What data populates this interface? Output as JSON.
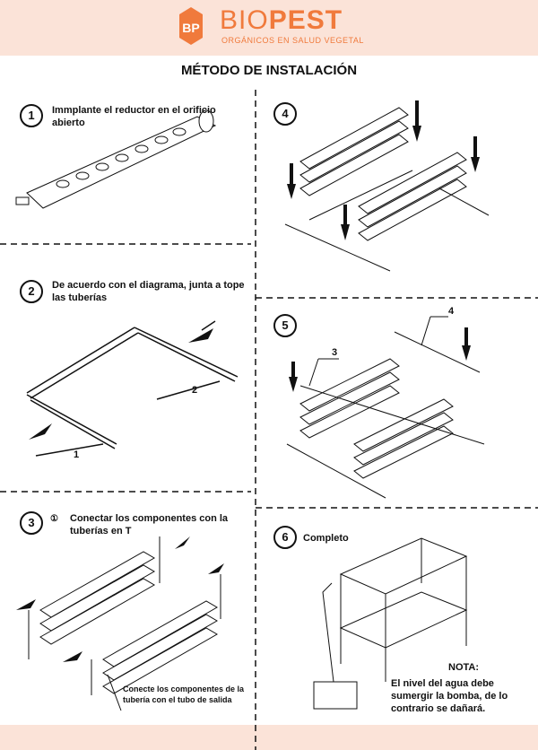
{
  "brand": {
    "monogram": "BP",
    "name_light": "BIO",
    "name_bold": "PEST",
    "tagline": "ORGÁNICOS EN SALUD VEGETAL",
    "color": "#f07a3c"
  },
  "title": "MÉTODO DE INSTALACIÓN",
  "steps": [
    {
      "num": "1",
      "text": "Immplante el reductor en el orificio abierto"
    },
    {
      "num": "2",
      "text": "De acuerdo con el diagrama, junta a tope las tuberías",
      "labels": [
        "1",
        "2"
      ]
    },
    {
      "num": "3",
      "sub": "①",
      "text": "Conectar los componentes con la tuberías en T",
      "caption": "Conecte los componentes de la tubería con el tubo de salida"
    },
    {
      "num": "4",
      "text": ""
    },
    {
      "num": "5",
      "text": "",
      "labels": [
        "3",
        "4"
      ]
    },
    {
      "num": "6",
      "text": "Completo",
      "note_title": "NOTA:",
      "note": "El nivel del agua debe sumergir la bomba, de lo contrario se dañará."
    }
  ]
}
